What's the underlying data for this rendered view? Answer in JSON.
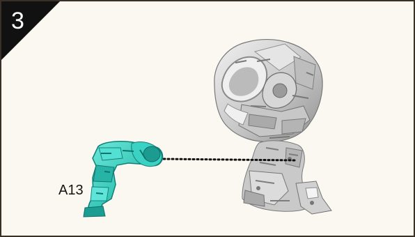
{
  "step": {
    "number": "3"
  },
  "parts": {
    "attached_part_label": "A13",
    "attached_part_color": "#2fc2b2",
    "assembly_color": "#bfbfbf"
  },
  "colors": {
    "badge": "#111111",
    "panel_background": "#fbf8f1",
    "border": "#3a3126",
    "connector": "#111111"
  },
  "icons": {
    "attached_part": "robot-leg-part-icon",
    "assembly": "robot-head-body-assembly-icon",
    "connector": "dotted-connector-line"
  }
}
